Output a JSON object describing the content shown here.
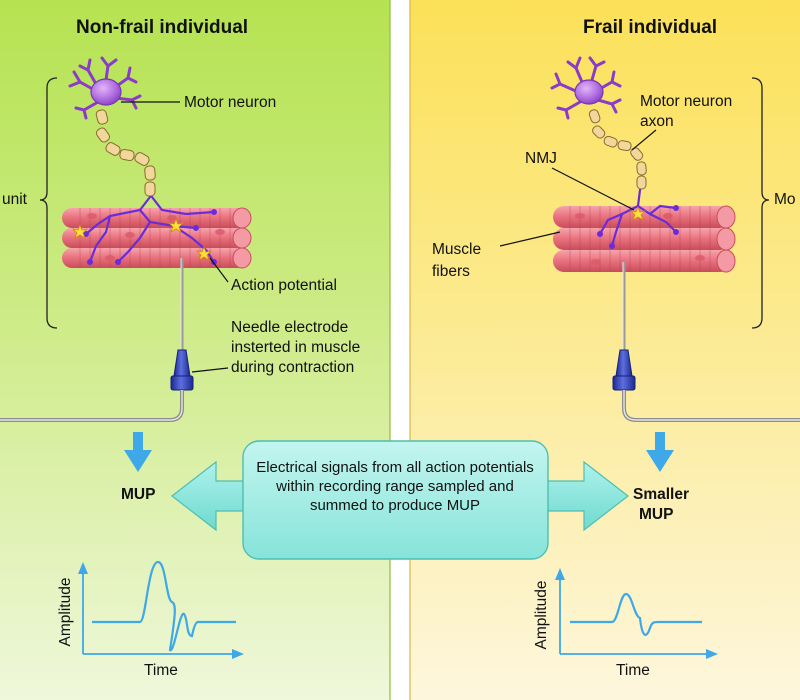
{
  "panels": [
    {
      "title": "Non-frail individual",
      "color": "#c5ea7a",
      "labels": {
        "motor_unit_partial": "unit",
        "motor_neuron": "Motor neuron",
        "action_potential": "Action potential",
        "needle_line1": "Needle electrode",
        "needle_line2": "insterted in muscle",
        "needle_line3": "during contraction",
        "mup": "MUP"
      },
      "graph": {
        "y_label": "Amplitude",
        "x_label": "Time",
        "amplitude": "large"
      }
    },
    {
      "title": "Frail individual",
      "color": "#fbe57a",
      "labels": {
        "motor_unit_partial": "Mo",
        "motor_neuron_line1": "Motor neuron",
        "motor_neuron_line2": "axon",
        "nmj": "NMJ",
        "muscle_line1": "Muscle",
        "muscle_line2": "fibers",
        "mup_line1": "Smaller",
        "mup_line2": "MUP"
      },
      "graph": {
        "y_label": "Amplitude",
        "x_label": "Time",
        "amplitude": "small"
      }
    }
  ],
  "callout": {
    "text": "Electrical signals from all action potentials within recording range sampled and summed to produce MUP",
    "color": "#9fece4"
  },
  "colors": {
    "muscle": "#e8707c",
    "neuron": "#a04ed0",
    "axon": "#f2d79a",
    "electrode": "#3344bb",
    "arrow": "#3ea8e8",
    "trace": "#3ea8e8"
  }
}
